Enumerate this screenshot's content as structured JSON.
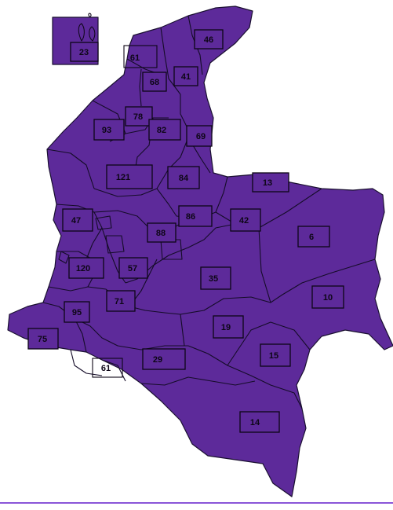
{
  "map": {
    "fill_color": "#5d2a9a",
    "border_color": "#1a1030",
    "label_color": "#0d0616",
    "rule_color": "#8a55d8",
    "departments": [
      {
        "id": "dept-46",
        "value": "46"
      },
      {
        "id": "dept-61-north",
        "value": "61"
      },
      {
        "id": "dept-68",
        "value": "68"
      },
      {
        "id": "dept-41",
        "value": "41"
      },
      {
        "id": "dept-23",
        "value": "23"
      },
      {
        "id": "dept-78",
        "value": "78"
      },
      {
        "id": "dept-93",
        "value": "93"
      },
      {
        "id": "dept-82",
        "value": "82"
      },
      {
        "id": "dept-69",
        "value": "69"
      },
      {
        "id": "dept-121",
        "value": "121"
      },
      {
        "id": "dept-84",
        "value": "84"
      },
      {
        "id": "dept-13",
        "value": "13"
      },
      {
        "id": "dept-47",
        "value": "47"
      },
      {
        "id": "dept-86",
        "value": "86"
      },
      {
        "id": "dept-42",
        "value": "42"
      },
      {
        "id": "dept-6",
        "value": "6"
      },
      {
        "id": "dept-88",
        "value": "88"
      },
      {
        "id": "dept-120",
        "value": "120"
      },
      {
        "id": "dept-57",
        "value": "57"
      },
      {
        "id": "dept-35",
        "value": "35"
      },
      {
        "id": "dept-10",
        "value": "10"
      },
      {
        "id": "dept-71",
        "value": "71"
      },
      {
        "id": "dept-95",
        "value": "95"
      },
      {
        "id": "dept-19",
        "value": "19"
      },
      {
        "id": "dept-75",
        "value": "75"
      },
      {
        "id": "dept-15",
        "value": "15"
      },
      {
        "id": "dept-29",
        "value": "29"
      },
      {
        "id": "dept-61-south",
        "value": "61"
      },
      {
        "id": "dept-14",
        "value": "14"
      }
    ]
  }
}
